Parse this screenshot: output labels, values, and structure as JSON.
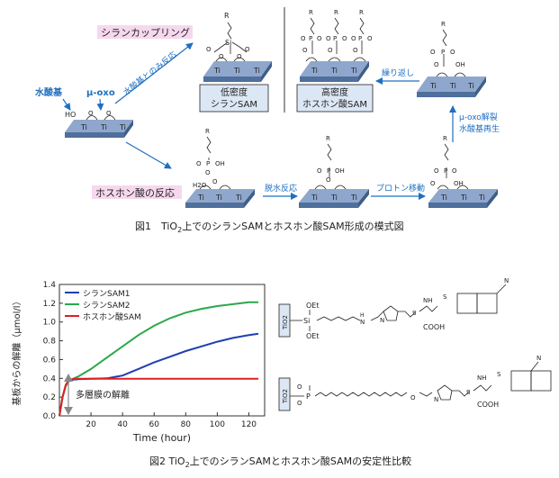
{
  "figure1": {
    "caption_pre": "図1　TiO",
    "caption_sub": "2",
    "caption_post": "上でのシランSAMとホスホン酸SAM形成の模式図",
    "silane_coupling": "シランカップリング",
    "phosphonic_reaction": "ホスホン酸の反応",
    "hydroxyl_label": "水酸基",
    "mu_oxo_label": "μ-oxo",
    "hydroxyl_only_reaction": "水酸基とのみ反応",
    "low_density_line1": "低密度",
    "low_density_line2": "シランSAM",
    "high_density_line1": "高密度",
    "high_density_line2": "ホスホン酸SAM",
    "repeat": "繰り返し",
    "mu_oxo_cleavage": "μ-oxo解裂",
    "hydroxyl_regen": "水酸基再生",
    "dehydration": "脱水反応",
    "proton_transfer": "プロトン移動",
    "ti": "Ti",
    "ho": "HO",
    "h2o": "H2O",
    "oh": "OH",
    "o": "O",
    "p": "P",
    "si": "Si",
    "r": "R"
  },
  "figure2": {
    "caption_pre": "図2 TiO",
    "caption_sub": "2",
    "caption_post": "上でのシランSAMとホスホン酸SAMの安定性比較",
    "multilayer_label": "多層膜の解離",
    "tio2_label": "TiO2",
    "oet": "OEt",
    "si": "Si",
    "p": "P",
    "cooh": "COOH",
    "nh": "NH",
    "s": "S",
    "so2": "S",
    "o": "O",
    "n": "N",
    "h": "H"
  },
  "chart_data": {
    "type": "line",
    "xlabel": "Time (hour)",
    "ylabel": "基板からの解離（µmol/l）",
    "xlim": [
      0,
      130
    ],
    "ylim": [
      0,
      1.4
    ],
    "xticks": [
      20,
      40,
      60,
      80,
      100,
      120
    ],
    "yticks": [
      0,
      0.2,
      0.4,
      0.6,
      0.8,
      1.0,
      1.2,
      1.4
    ],
    "legend": "top-left",
    "series": [
      {
        "name": "シランSAM1",
        "color": "#1f3fb0",
        "x": [
          0,
          2,
          4,
          6,
          8,
          12,
          20,
          30,
          40,
          50,
          60,
          70,
          80,
          90,
          100,
          110,
          120,
          126
        ],
        "y": [
          0,
          0.2,
          0.32,
          0.37,
          0.385,
          0.39,
          0.395,
          0.4,
          0.43,
          0.5,
          0.57,
          0.63,
          0.69,
          0.74,
          0.79,
          0.83,
          0.86,
          0.875
        ]
      },
      {
        "name": "シランSAM2",
        "color": "#2aa84a",
        "x": [
          0,
          2,
          4,
          6,
          8,
          12,
          20,
          30,
          40,
          50,
          60,
          70,
          80,
          90,
          100,
          110,
          120,
          126
        ],
        "y": [
          0,
          0.2,
          0.32,
          0.37,
          0.39,
          0.42,
          0.5,
          0.62,
          0.74,
          0.86,
          0.96,
          1.04,
          1.1,
          1.14,
          1.17,
          1.19,
          1.21,
          1.21
        ]
      },
      {
        "name": "ホスホン酸SAM",
        "color": "#e02020",
        "x": [
          0,
          2,
          4,
          6,
          8,
          12,
          20,
          40,
          60,
          80,
          100,
          120,
          126
        ],
        "y": [
          0,
          0.2,
          0.33,
          0.38,
          0.39,
          0.395,
          0.395,
          0.395,
          0.395,
          0.395,
          0.395,
          0.395,
          0.395
        ]
      }
    ]
  },
  "colors": {
    "substrate_top": "#8fa7cc",
    "substrate_side": "#4f6f9c",
    "accent_blue": "#1f6fc0",
    "pink_label": "#f6d8ee",
    "box_fill": "#dce7f5"
  }
}
